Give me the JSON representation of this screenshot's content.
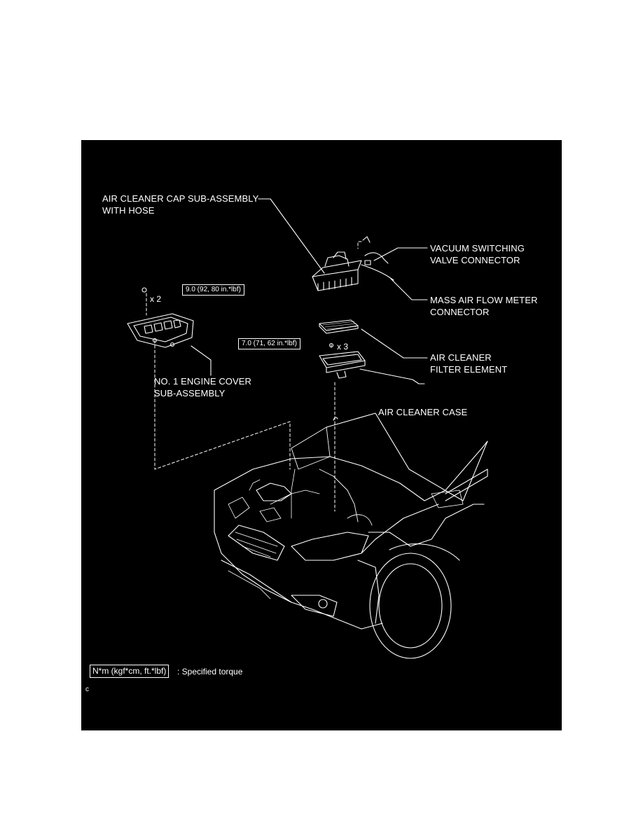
{
  "labels": {
    "cap_line1": "AIR CLEANER CAP SUB-ASSEMBLY",
    "cap_line2": "WITH HOSE",
    "vsv_line1": "VACUUM SWITCHING",
    "vsv_line2": "VALVE CONNECTOR",
    "maf_line1": "MASS AIR FLOW METER",
    "maf_line2": "CONNECTOR",
    "filter_line1": "AIR CLEANER",
    "filter_line2": "FILTER ELEMENT",
    "cover_line1": "NO. 1 ENGINE COVER",
    "cover_line2": "SUB-ASSEMBLY",
    "case": "AIR CLEANER CASE"
  },
  "torque": {
    "cover_nut": "9.0 (92, 80 in.*lbf)",
    "case_bolt": "7.0 (71, 62 in.*lbf)"
  },
  "quantity": {
    "cover_nut": "x 2",
    "case_bolt": "x 3"
  },
  "legend": {
    "box": "N*m (kgf*cm, ft.*lbf)",
    "text": ": Specified torque",
    "code": "c"
  }
}
